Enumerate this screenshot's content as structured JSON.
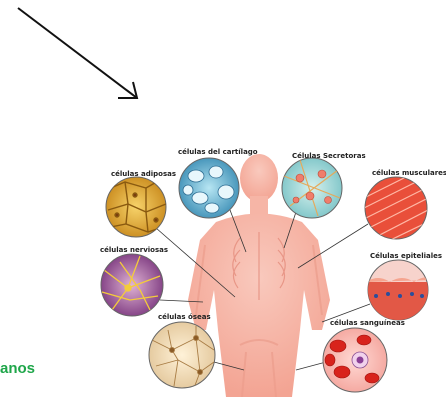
{
  "labels": {
    "cartilage": "células del cartílago",
    "secretory": "Células Secretoras",
    "adipose": "células adiposas",
    "muscle": "células musculares",
    "nerve": "células nerviosas",
    "epithelial": "Células epiteliales",
    "bone": "células óseas",
    "blood": "células sanguíneas"
  },
  "cropped_text": "anos"
}
